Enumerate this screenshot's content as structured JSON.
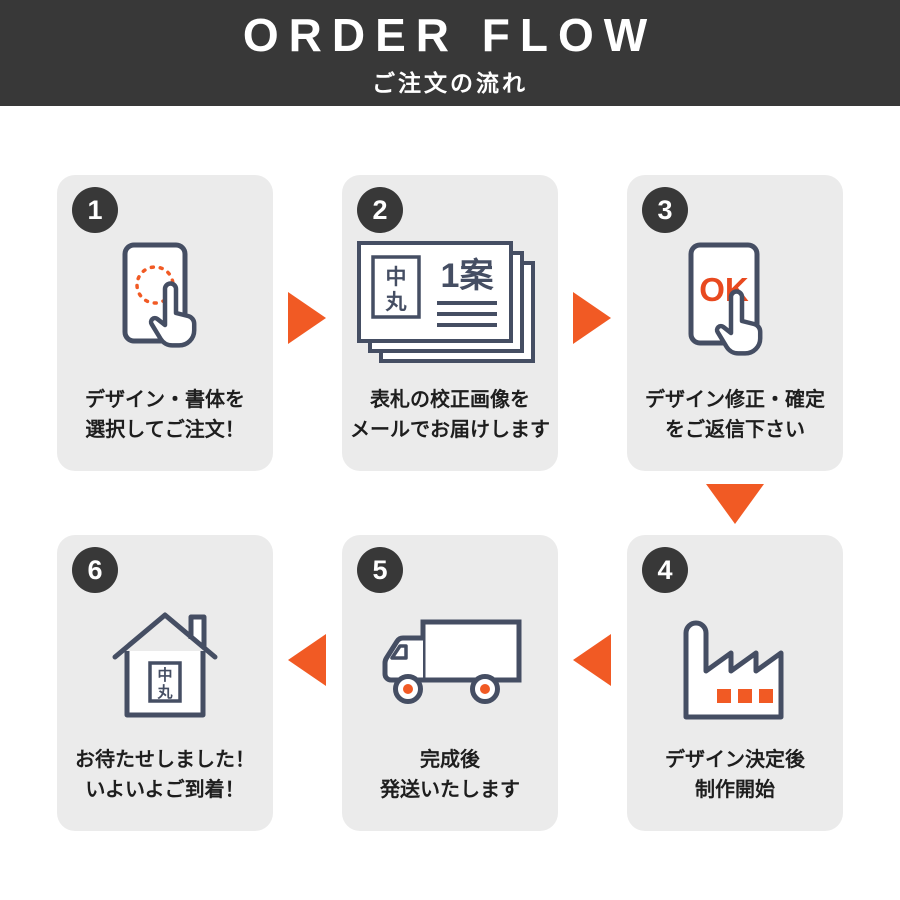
{
  "header": {
    "title": "ORDER FLOW",
    "subtitle": "ご注文の流れ"
  },
  "steps": [
    {
      "number": "1",
      "icon": "smartphone-tap-icon",
      "line1": "デザイン・書体を",
      "line2": "選択してご注文！"
    },
    {
      "number": "2",
      "icon": "proof-image-icon",
      "line1": "表札の校正画像を",
      "line2": "メールでお届けします"
    },
    {
      "number": "3",
      "icon": "smartphone-ok-icon",
      "line1": "デザイン修正・確定",
      "line2": "をご返信下さい"
    },
    {
      "number": "4",
      "icon": "factory-icon",
      "line1": "デザイン決定後",
      "line2": "制作開始"
    },
    {
      "number": "5",
      "icon": "delivery-truck-icon",
      "line1": "完成後",
      "line2": "発送いたします"
    },
    {
      "number": "6",
      "icon": "house-icon",
      "line1": "お待たせしました！",
      "line2": "いよいよご到着！"
    }
  ],
  "icons": {
    "proof_plate_top": "中",
    "proof_plate_bottom": "丸",
    "proof_case_label": "1案",
    "ok_label": "OK",
    "house_plate_top": "中",
    "house_plate_bottom": "丸"
  },
  "colors": {
    "header_bg": "#383838",
    "card_bg": "#ebebeb",
    "accent_orange": "#f15a24",
    "icon_stroke": "#454e63",
    "badge_bg": "#383838",
    "text": "#1e1e1e"
  }
}
